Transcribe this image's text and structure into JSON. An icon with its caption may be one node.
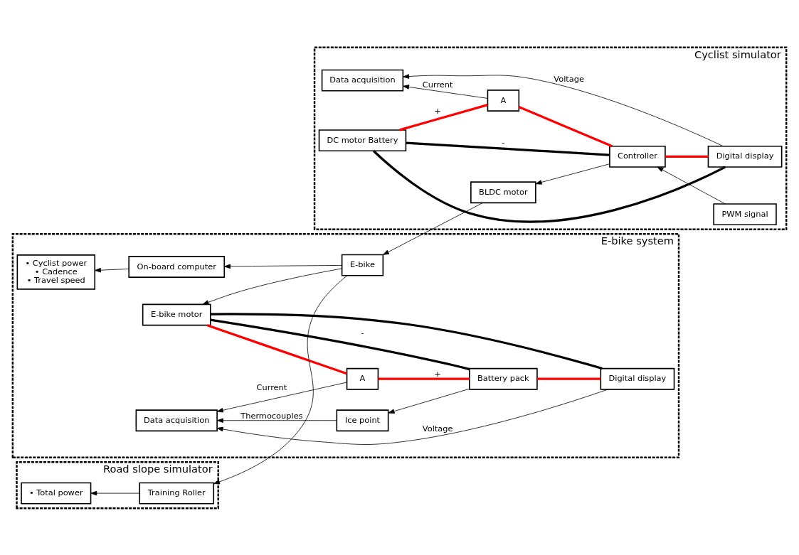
{
  "diagram": {
    "nodes": [
      {
        "text": [
          "E-bike system"
        ]
      },
      {
        "text": [
          "Battery pack"
        ],
        "in": 0
      },
      {
        "text": [
          "Ice point"
        ],
        "in": 0
      },
      {
        "text": [
          "Data acquisition"
        ],
        "in": 0
      },
      {
        "text": [
          "Digital display"
        ],
        "in": 0
      },
      {
        "text": [
          "A"
        ],
        "in": 0
      },
      {
        "text": [
          "E-bike motor"
        ],
        "in": 0
      },
      {
        "text": [
          "On-board computer"
        ],
        "in": 0
      },
      {
        "text": [
          "E-bike"
        ],
        "in": 0
      },
      {
        "text": [
          "• Cyclist power",
          "• Cadence",
          "• Travel speed"
        ],
        "in": 0
      },
      {
        "text": [
          "Road slope simulator"
        ]
      },
      {
        "text": [
          "Training Roller"
        ],
        "in": 10
      },
      {
        "text": [
          "• Total power"
        ],
        "in": 10
      },
      {
        "text": [
          "Cyclist simulator"
        ]
      },
      {
        "text": [
          "BLDC motor"
        ],
        "in": 13
      },
      {
        "text": [
          "Controller"
        ],
        "in": 13
      },
      {
        "text": [
          "PWM signal"
        ],
        "in": 13
      },
      {
        "text": [
          "Data acquisition"
        ],
        "in": 13
      },
      {
        "text": [
          "Digital display"
        ],
        "in": 13
      },
      {
        "text": [
          "A"
        ],
        "in": 13
      },
      {
        "text": [
          "DC motor Battery"
        ],
        "in": 13
      }
    ],
    "edges": [
      {
        "from": 1,
        "to": 2,
        "arrow": "to"
      },
      {
        "from": 2,
        "to": 3,
        "arrow": "to",
        "label": "Thermocouples"
      },
      {
        "from": 4,
        "to": 3,
        "arrow": "to",
        "label": "Voltage"
      },
      {
        "from": 5,
        "to": 3,
        "arrow": "to",
        "label": "Current"
      },
      {
        "from": 1,
        "to": 5,
        "arrow": "none",
        "label": "+",
        "style": "thick",
        "color": "#ff0000"
      },
      {
        "from": 5,
        "to": 6,
        "arrow": "none",
        "style": "thick",
        "color": "#ff0000"
      },
      {
        "from": 1,
        "to": 6,
        "arrow": "none",
        "label": "-",
        "style": "thick"
      },
      {
        "from": 4,
        "to": 1,
        "arrow": "none",
        "style": "thick",
        "color": "#ff0000"
      },
      {
        "from": 4,
        "to": 6,
        "arrow": "none",
        "style": "thick"
      },
      {
        "from": 8,
        "to": 6,
        "arrow": "to"
      },
      {
        "from": 8,
        "to": 7,
        "arrow": "to"
      },
      {
        "from": 7,
        "to": 9,
        "arrow": "to"
      },
      {
        "from": 8,
        "to": 11,
        "arrow": "to"
      },
      {
        "from": 11,
        "to": 12,
        "arrow": "to"
      },
      {
        "from": 14,
        "to": 8,
        "arrow": "to"
      },
      {
        "from": 15,
        "to": 14,
        "arrow": "to"
      },
      {
        "from": 16,
        "to": 15,
        "arrow": "to"
      },
      {
        "from": 18,
        "to": 17,
        "arrow": "to",
        "label": "Voltage"
      },
      {
        "from": 19,
        "to": 17,
        "arrow": "to",
        "label": "Current"
      },
      {
        "from": 15,
        "to": 19,
        "arrow": "none",
        "style": "thick",
        "color": "#ff0000"
      },
      {
        "from": 19,
        "to": 20,
        "arrow": "none",
        "label": "+",
        "style": "thick",
        "color": "#ff0000"
      },
      {
        "from": 15,
        "to": 20,
        "arrow": "none",
        "label": "-",
        "style": "thick"
      },
      {
        "from": 18,
        "to": 15,
        "arrow": "none",
        "style": "thick",
        "color": "#ff0000"
      },
      {
        "from": 18,
        "to": 20,
        "arrow": "none",
        "style": "thick"
      }
    ]
  }
}
